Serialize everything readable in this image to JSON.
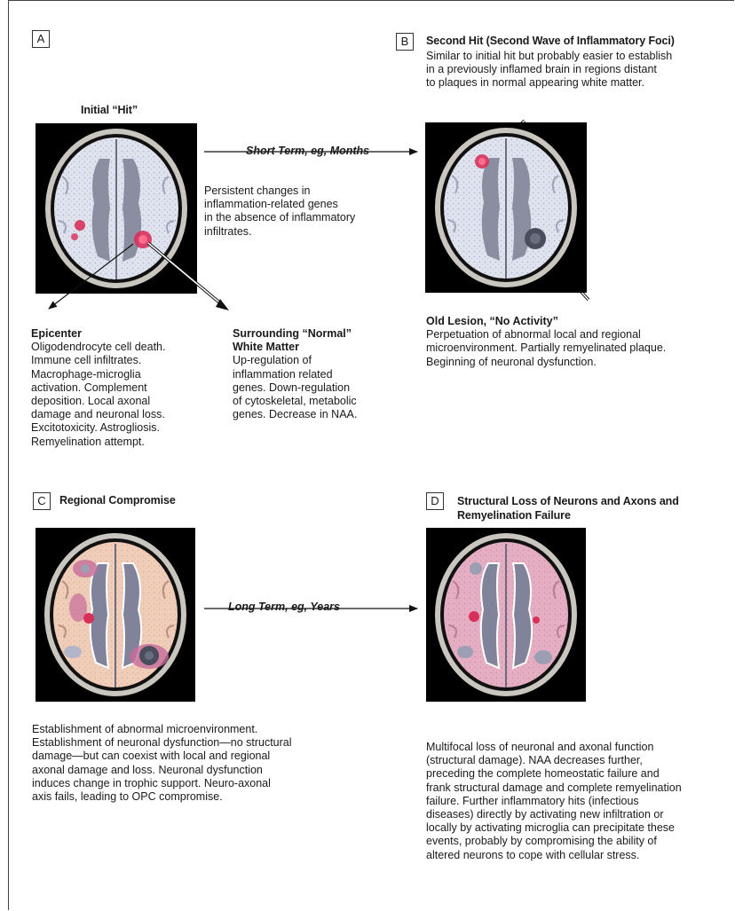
{
  "panels": {
    "a": {
      "letter": "A",
      "title": "Initial “Hit”",
      "epicenter": {
        "heading": "Epicenter",
        "lines": [
          "Oligodendrocyte cell death.",
          "Immune cell infiltrates.",
          "Macrophage-microglia",
          "activation. Complement",
          "deposition. Local axonal",
          "damage and neuronal loss.",
          "Excitotoxicity. Astrogliosis.",
          "Remyelination attempt."
        ]
      },
      "surrounding": {
        "heading_lines": [
          "Surrounding “Normal”",
          "White Matter"
        ],
        "lines": [
          "Up-regulation of",
          "inflammation related",
          "genes. Down-regulation",
          "of cytoskeletal, metabolic",
          "genes. Decrease in NAA."
        ]
      }
    },
    "ab_arrow": {
      "label": "Short Term, eg, Months",
      "lines": [
        "Persistent changes in",
        "inflammation-related genes",
        "in the absence of inflammatory",
        "infiltrates."
      ]
    },
    "b": {
      "letter": "B",
      "title": "Second Hit (Second Wave of Inflammatory Foci)",
      "lines": [
        "Similar to initial hit but probably easier to establish",
        "in a previously inflamed brain in regions distant",
        "to plaques in normal appearing white matter."
      ],
      "old_lesion": {
        "heading": "Old Lesion, “No Activity”",
        "lines": [
          "Perpetuation of abnormal local and regional",
          "microenvironment. Partially remyelinated plaque.",
          "Beginning of neuronal dysfunction."
        ]
      }
    },
    "c": {
      "letter": "C",
      "title": "Regional Compromise",
      "lines": [
        "Establishment of abnormal microenvironment.",
        "Establishment of neuronal dysfunction—no structural",
        "damage—but can coexist with local and regional",
        "axonal damage and loss. Neuronal dysfunction",
        "induces change in trophic support. Neuro-axonal",
        "axis fails, leading to OPC compromise."
      ]
    },
    "cd_arrow": {
      "label": "Long Term, eg, Years"
    },
    "d": {
      "letter": "D",
      "title_lines": [
        "Structural Loss of Neurons and Axons and",
        "Remyelination Failure"
      ],
      "lines": [
        "Multifocal loss of neuronal and axonal function",
        "(structural damage). NAA decreases further,",
        "preceding the complete homeostatic failure and",
        "frank structural damage and complete remyelination",
        "failure. Further inflammatory hits (infectious",
        "diseases) directly by activating new infiltration or",
        "locally by activating microglia can precipitate these",
        "events, probably by compromising the ability of",
        "altered neurons to cope with cellular stress."
      ]
    }
  },
  "colors": {
    "brain_bg": "#000000",
    "matter_light": "#d9dde8",
    "matter_pink": "#e8b8c8",
    "lesion_red": "#d8305a",
    "ventricle": "#7f8294"
  }
}
